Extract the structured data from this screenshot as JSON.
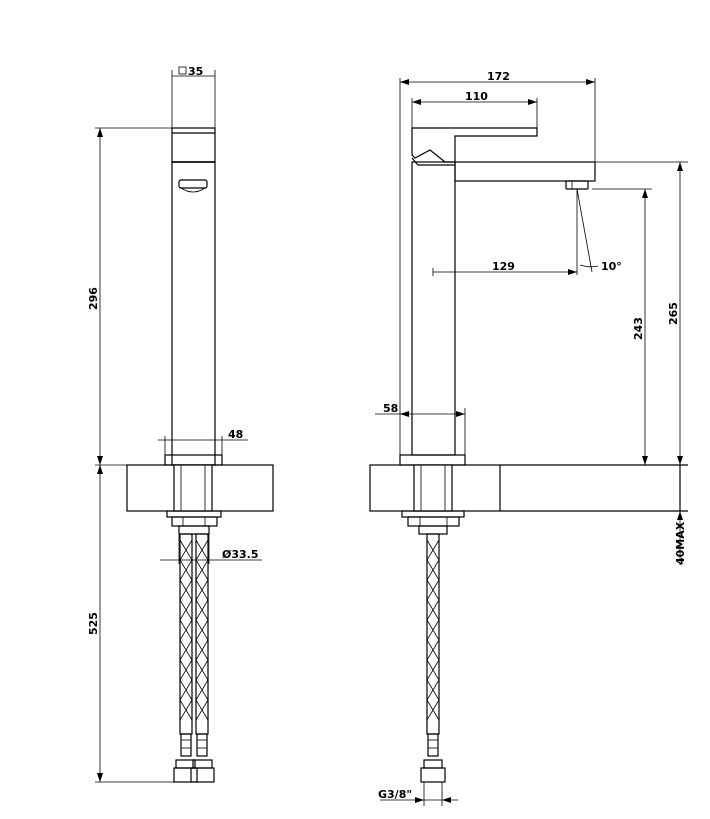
{
  "dimensions": {
    "square_body": "35",
    "height_spout": "296",
    "base_diameter": "48",
    "hose_diameter": "Ø33.5",
    "hose_length": "525",
    "total_reach": "172",
    "handle_length": "110",
    "spout_reach": "129",
    "spout_angle": "10°",
    "outlet_height": "243",
    "total_height": "265",
    "base_width": "58",
    "deck_thickness": "40MAX",
    "connection": "G3/8\""
  }
}
